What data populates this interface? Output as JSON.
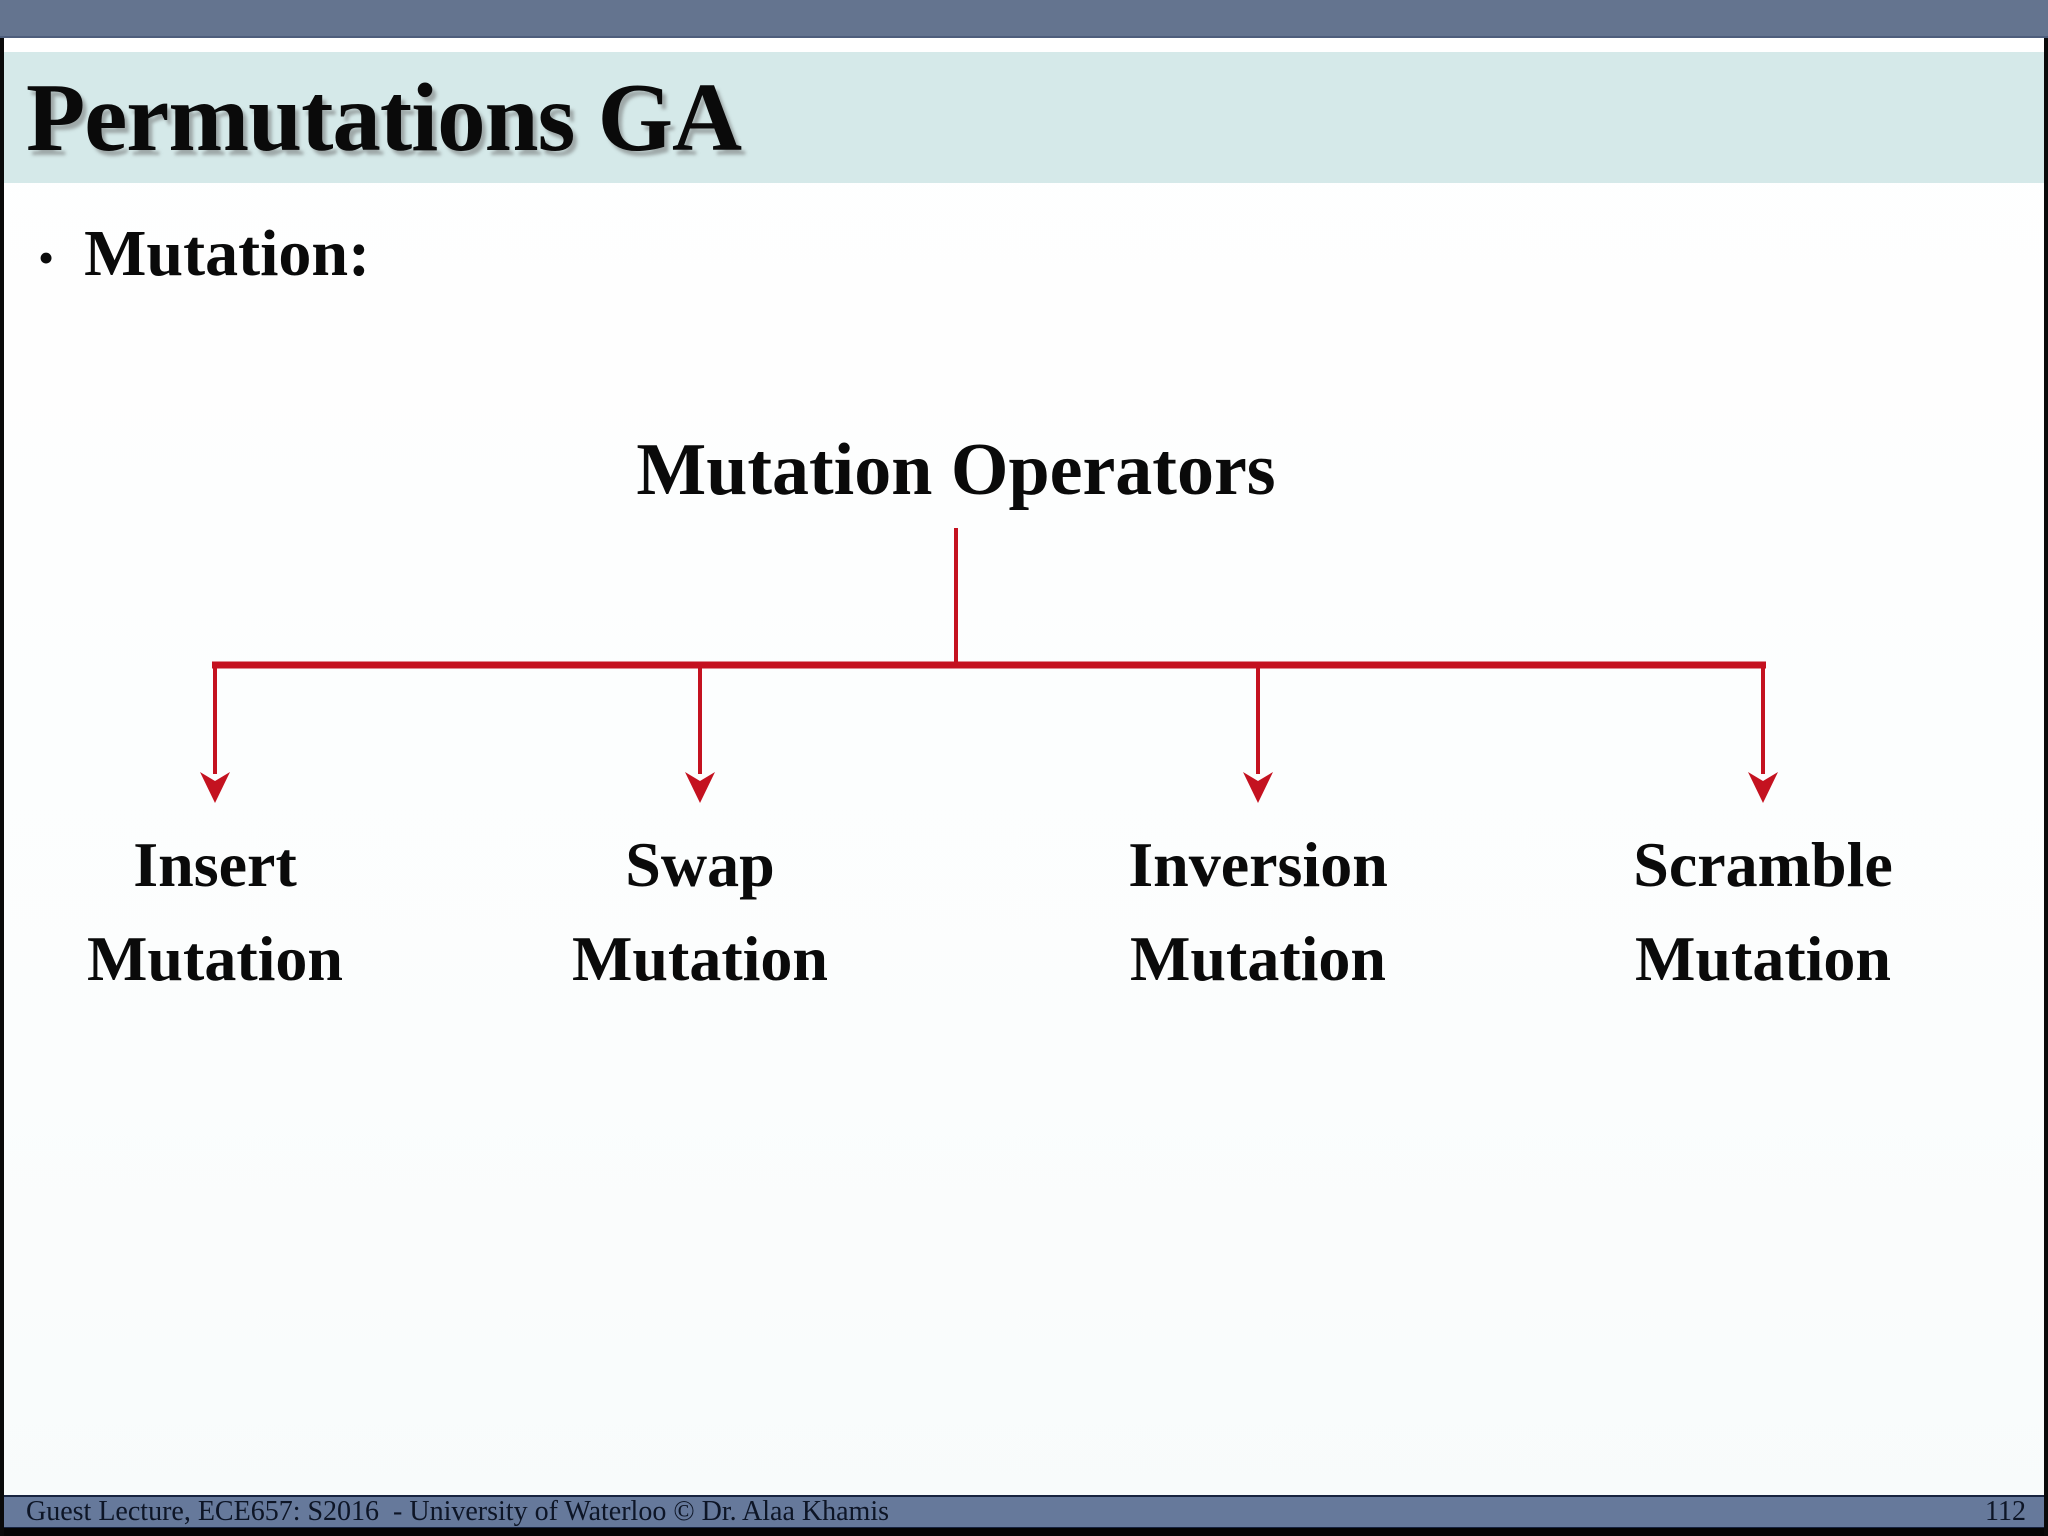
{
  "slide": {
    "title": "Permutations GA",
    "bullet_glyph": "•",
    "bullet": "Mutation:"
  },
  "diagram": {
    "root": "Mutation Operators",
    "nodes": [
      {
        "line1": "Insert",
        "line2": "Mutation"
      },
      {
        "line1": "Swap",
        "line2": "Mutation"
      },
      {
        "line1": "Inversion",
        "line2": "Mutation"
      },
      {
        "line1": "Scramble",
        "line2": "Mutation"
      }
    ]
  },
  "footer": {
    "text": "Guest Lecture, ECE657: S2016  - University of Waterloo © Dr. Alaa Khamis",
    "page_number": "112"
  },
  "colors": {
    "top_bar": "#64748F",
    "title_band": "#D5E9E9",
    "footer_bar": "#66799B",
    "connector_red": "#C41220",
    "text": "#0A0A0A"
  }
}
